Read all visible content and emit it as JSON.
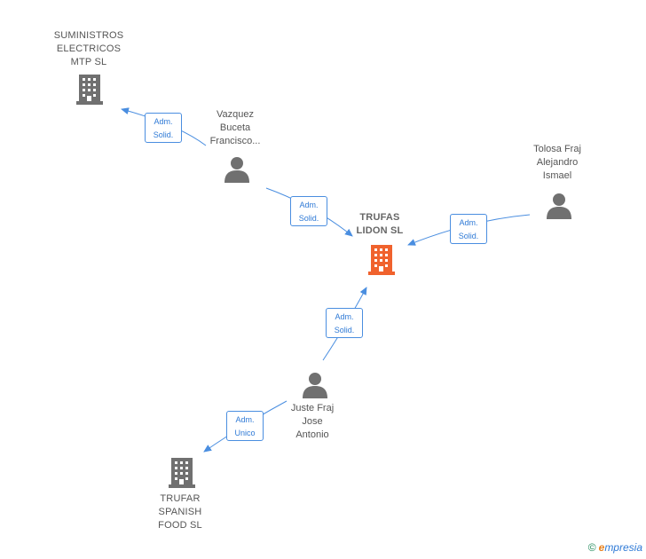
{
  "nodes": {
    "suministros": {
      "lines": [
        "SUMINISTROS",
        "ELECTRICOS",
        "MTP SL"
      ],
      "color": "#707070"
    },
    "vazquez": {
      "lines": [
        "Vazquez",
        "Buceta",
        "Francisco..."
      ],
      "color": "#707070"
    },
    "trufas": {
      "lines": [
        "TRUFAS",
        "LIDON SL"
      ],
      "color": "#f0622d"
    },
    "tolosa": {
      "lines": [
        "Tolosa Fraj",
        "Alejandro",
        "Ismael"
      ],
      "color": "#707070"
    },
    "juste": {
      "lines": [
        "Juste Fraj",
        "Jose",
        "Antonio"
      ],
      "color": "#707070"
    },
    "trufar": {
      "lines": [
        "TRUFAR",
        "SPANISH",
        "FOOD SL"
      ],
      "color": "#707070"
    }
  },
  "edges": [
    {
      "id": "e1",
      "lines": [
        "Adm.",
        "Solid."
      ]
    },
    {
      "id": "e2",
      "lines": [
        "Adm.",
        "Solid."
      ]
    },
    {
      "id": "e3",
      "lines": [
        "Adm.",
        "Solid."
      ]
    },
    {
      "id": "e4",
      "lines": [
        "Adm.",
        "Solid."
      ]
    },
    {
      "id": "e5",
      "lines": [
        "Adm.",
        "Unico"
      ]
    }
  ],
  "colors": {
    "edge": "#4a8ee0",
    "icon": "#707070",
    "highlight": "#f0622d"
  },
  "footer": {
    "copyright": "©",
    "brand_initial": "e",
    "brand_rest": "mpresia"
  }
}
